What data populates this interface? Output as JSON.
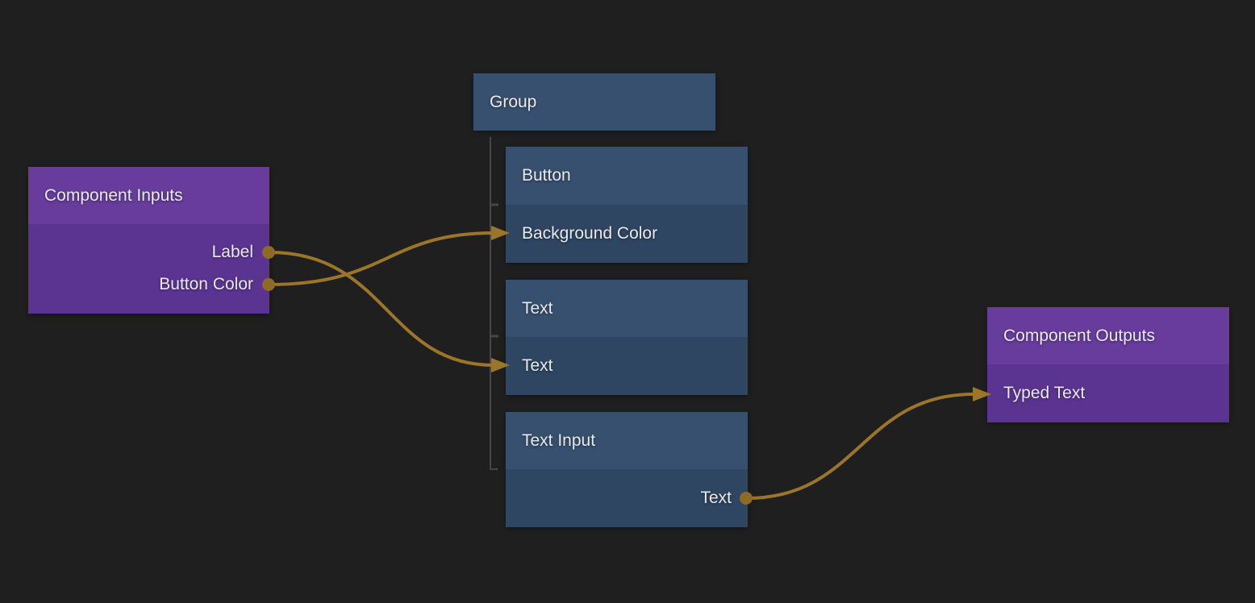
{
  "colors": {
    "background": "#1f1f1f",
    "wire": "#9b752a",
    "port_dot": "#8d6a26",
    "purple_header": "#673c9c",
    "purple_body": "#5b3492",
    "blue_header": "#37506f",
    "blue_body": "#2e4662",
    "tree_line": "#464646",
    "text": "#e9e9e9"
  },
  "nodes": {
    "group": {
      "title": "Group"
    },
    "component_inputs": {
      "title": "Component Inputs",
      "outputs": [
        {
          "label": "Label"
        },
        {
          "label": "Button Color"
        }
      ]
    },
    "button": {
      "title": "Button",
      "inputs": [
        {
          "label": "Background Color"
        }
      ]
    },
    "text": {
      "title": "Text",
      "inputs": [
        {
          "label": "Text"
        }
      ]
    },
    "text_input": {
      "title": "Text Input",
      "outputs": [
        {
          "label": "Text"
        }
      ]
    },
    "component_outputs": {
      "title": "Component Outputs",
      "inputs": [
        {
          "label": "Typed Text"
        }
      ]
    }
  },
  "connections": [
    {
      "from": "Component Inputs.Label",
      "to": "Text.Text"
    },
    {
      "from": "Component Inputs.Button Color",
      "to": "Button.Background Color"
    },
    {
      "from": "Text Input.Text",
      "to": "Component Outputs.Typed Text"
    }
  ]
}
